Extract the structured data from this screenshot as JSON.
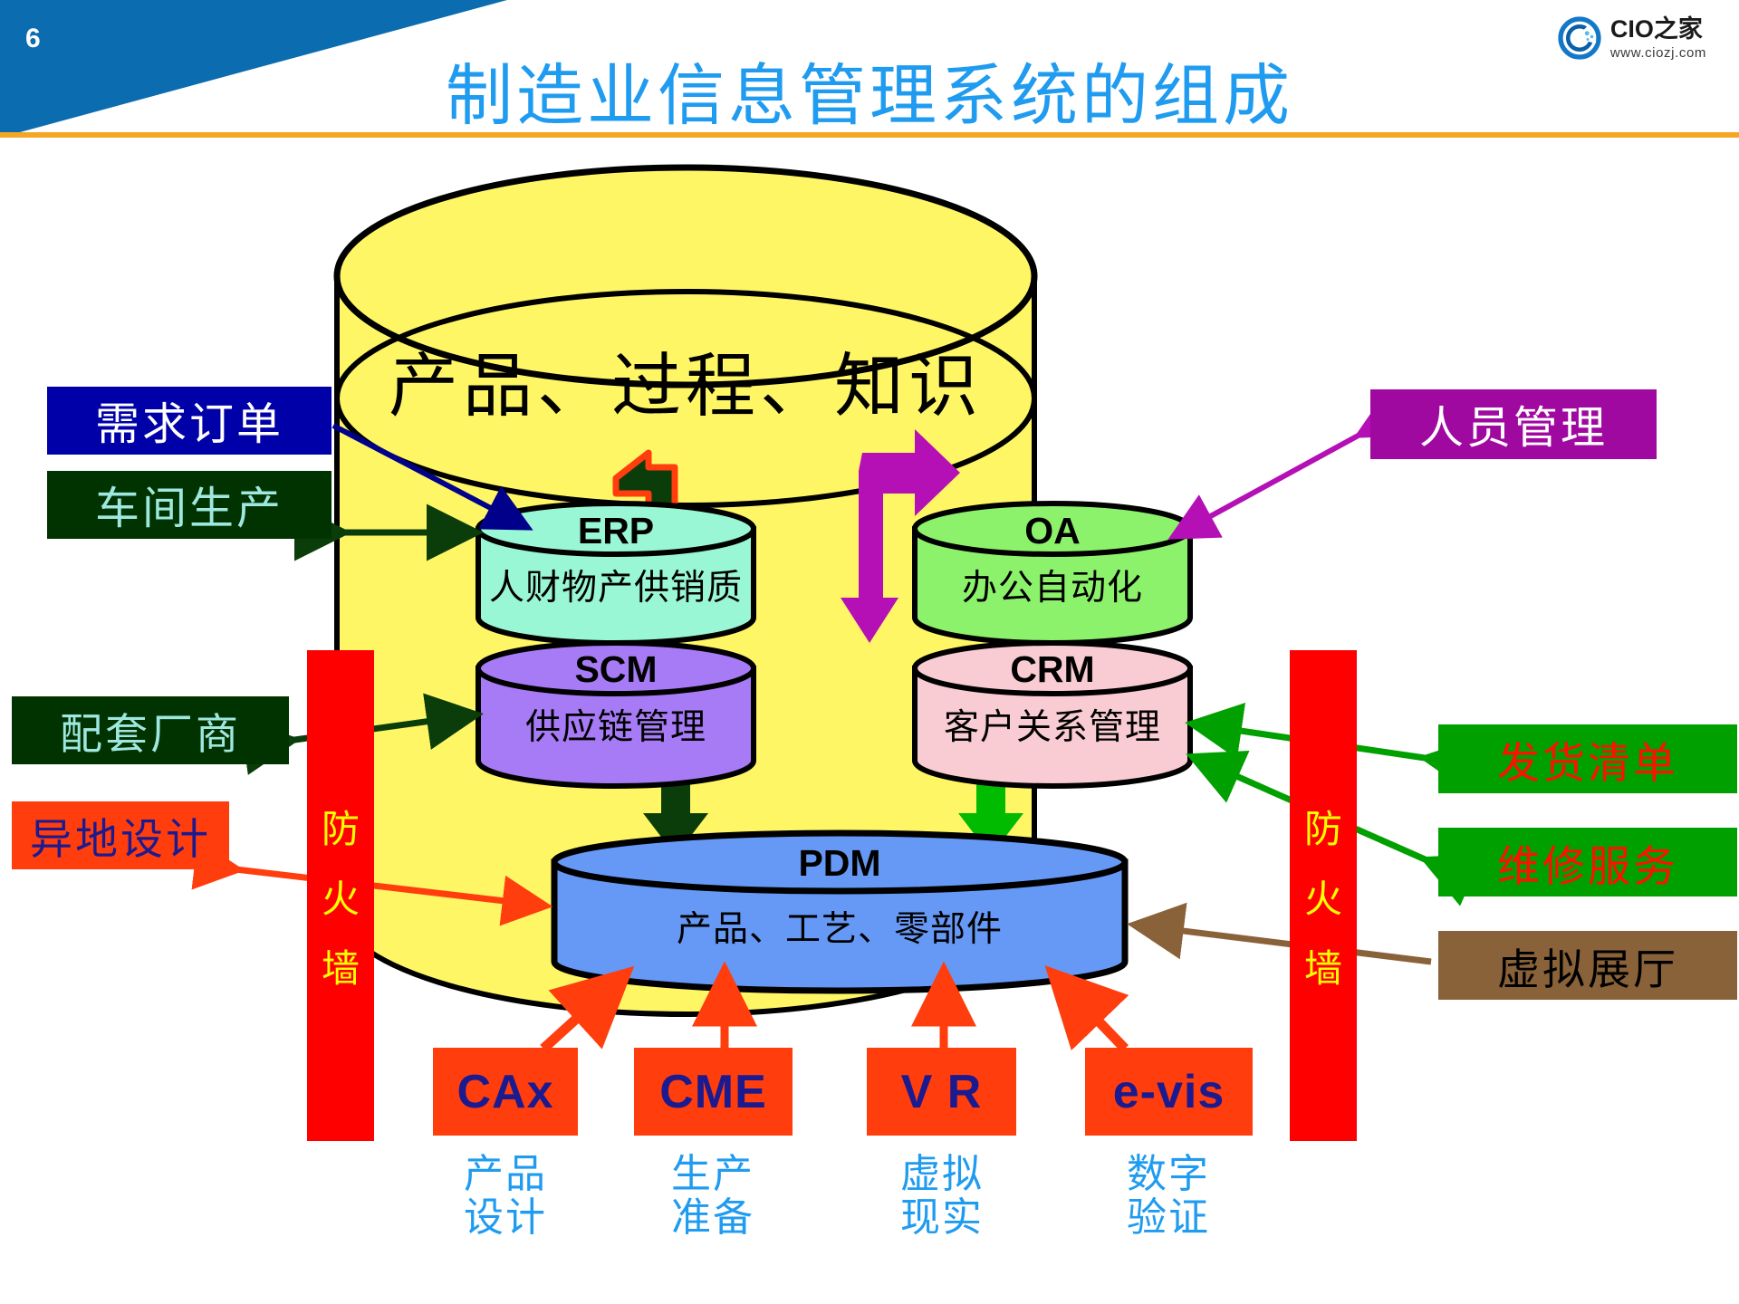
{
  "header": {
    "slide_number": "6",
    "title": "制造业信息管理系统的组成",
    "logo_name": "CIO之家",
    "logo_url": "www.ciozj.com",
    "logo_icon": "cio-logo-icon"
  },
  "core": {
    "label": "产品、过程、知识"
  },
  "modules": [
    {
      "key": "erp",
      "title": "ERP",
      "subtitle": "人财物产供销质",
      "color": "#99f7d6"
    },
    {
      "key": "oa",
      "title": "OA",
      "subtitle": "办公自动化",
      "color": "#8cf26b"
    },
    {
      "key": "scm",
      "title": "SCM",
      "subtitle": "供应链管理",
      "color": "#a77bf5"
    },
    {
      "key": "crm",
      "title": "CRM",
      "subtitle": "客户关系管理",
      "color": "#f8ccd2"
    },
    {
      "key": "pdm",
      "title": "PDM",
      "subtitle": "产品、工艺、零部件",
      "color": "#6699f5"
    }
  ],
  "left_labels": [
    {
      "key": "demand",
      "text": "需求订单",
      "bg": "#0000a8",
      "fg": "#ffffff"
    },
    {
      "key": "shop",
      "text": "车间生产",
      "bg": "#003300",
      "fg": "#9fe8e0"
    },
    {
      "key": "supplier",
      "text": "配套厂商",
      "bg": "#003300",
      "fg": "#9fe8e0"
    },
    {
      "key": "remote",
      "text": "异地设计",
      "bg": "#ff3d0d",
      "fg": "#1b1b8f"
    }
  ],
  "right_labels": [
    {
      "key": "hr",
      "text": "人员管理",
      "bg": "#a009a0",
      "fg": "#ffffff"
    },
    {
      "key": "ship",
      "text": "发货清单",
      "bg": "#00a000",
      "fg": "#ff1000"
    },
    {
      "key": "repair",
      "text": "维修服务",
      "bg": "#00a000",
      "fg": "#ff1000"
    },
    {
      "key": "showroom",
      "text": "虚拟展厅",
      "bg": "#8a6239",
      "fg": "#000000"
    }
  ],
  "firewalls": {
    "left": {
      "chars": [
        "防",
        "火",
        "墙"
      ],
      "text": "防火墙"
    },
    "right": {
      "chars": [
        "防",
        "火",
        "墙"
      ],
      "text": "防火墙"
    },
    "bg": "#ff0000",
    "fg": "#ffff00"
  },
  "bottom_apps": [
    {
      "key": "cax",
      "label": "CAx",
      "caption_l1": "产品",
      "caption_l2": "设计"
    },
    {
      "key": "cme",
      "label": "CME",
      "caption_l1": "生产",
      "caption_l2": "准备"
    },
    {
      "key": "vr",
      "label": "V R",
      "caption_l1": "虚拟",
      "caption_l2": "现实"
    },
    {
      "key": "evis",
      "label": "e-vis",
      "caption_l1": "数字",
      "caption_l2": "验证"
    }
  ],
  "colors": {
    "accent_blue": "#1f9bf0",
    "header_navy": "#0b6cb0",
    "rule_orange": "#f5a623",
    "core_yellow": "#fff666",
    "firewall_red": "#ff0000"
  }
}
